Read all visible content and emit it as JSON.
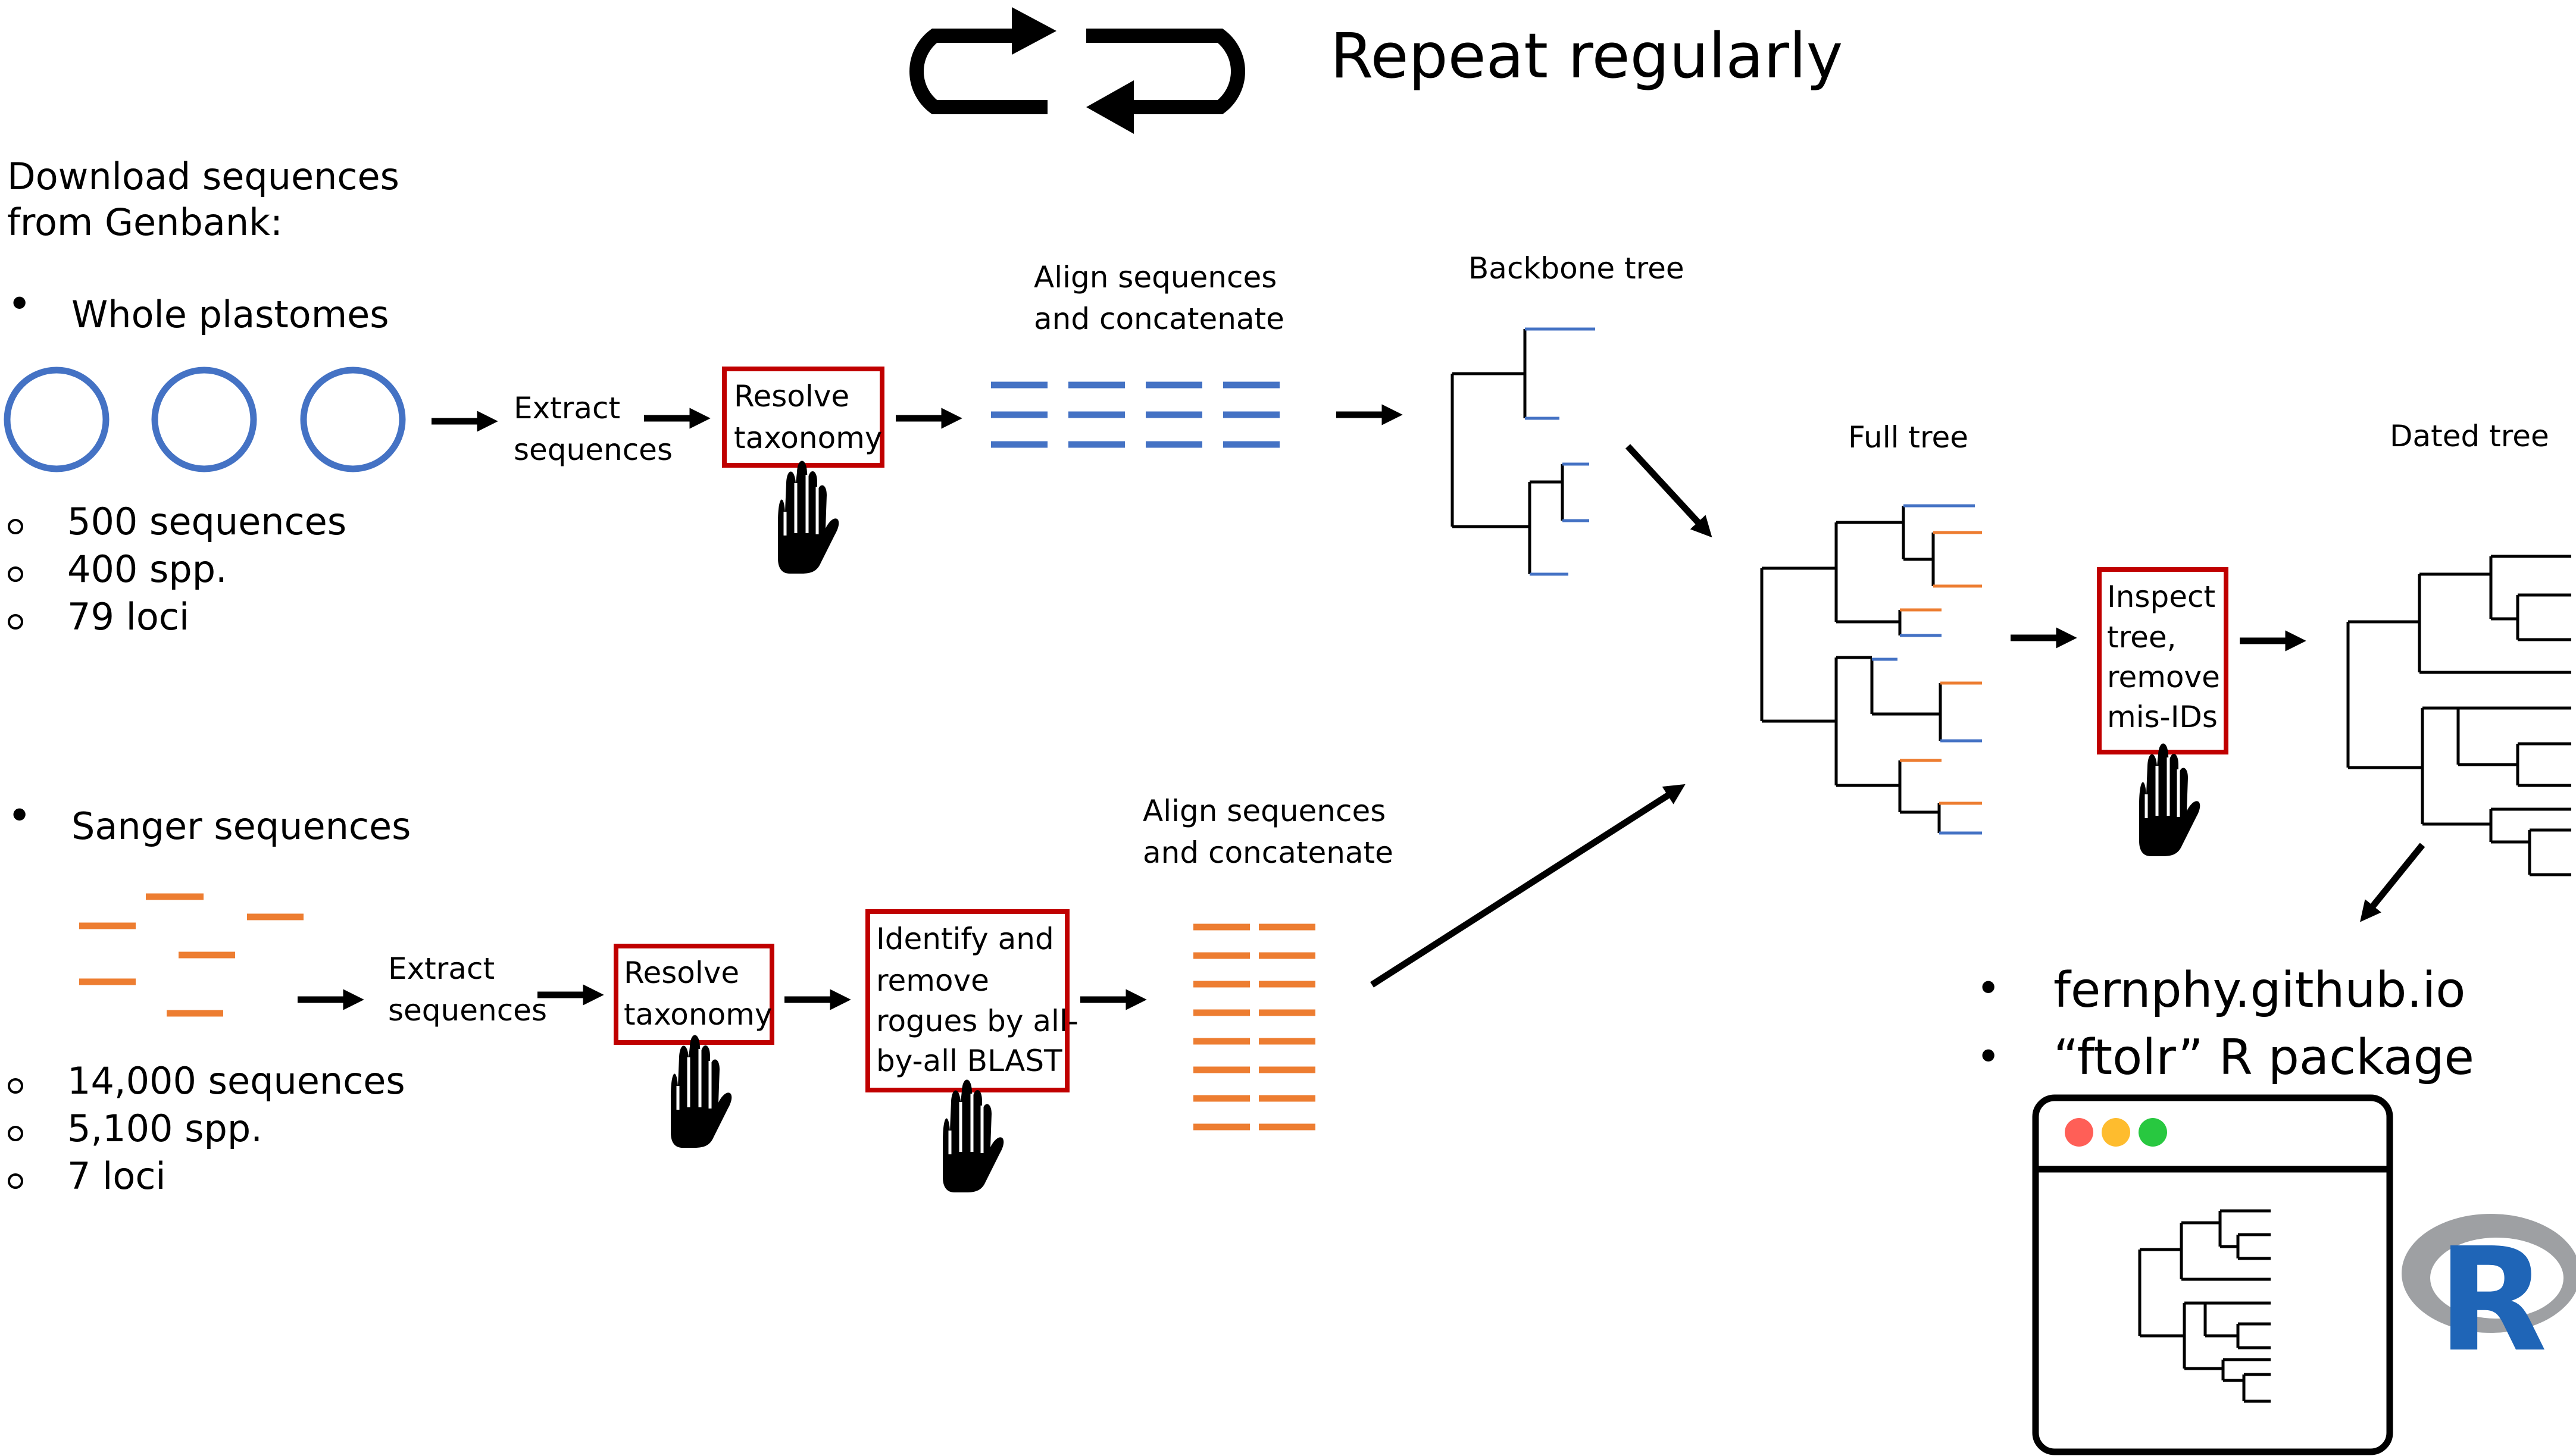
{
  "header": {
    "repeat_label": "Repeat regularly"
  },
  "download": {
    "line1": "Download sequences",
    "line2": "from Genbank:"
  },
  "plastome": {
    "bullet": "•",
    "title": "Whole plastomes",
    "stats": [
      "500 sequences",
      "400 spp.",
      "79 loci"
    ],
    "extract": [
      "Extract",
      "sequences"
    ],
    "resolve": [
      "Resolve",
      "taxonomy"
    ],
    "align": [
      "Align sequences",
      "and concatenate"
    ],
    "tree_label": "Backbone tree"
  },
  "sanger": {
    "bullet": "•",
    "title": "Sanger sequences",
    "stats": [
      "14,000 sequences",
      "5,100 spp.",
      "7 loci"
    ],
    "extract": [
      "Extract",
      "sequences"
    ],
    "resolve": [
      "Resolve",
      "taxonomy"
    ],
    "rogues": [
      "Identify and",
      "remove",
      "rogues by all-",
      "by-all BLAST"
    ],
    "align": [
      "Align sequences",
      "and concatenate"
    ]
  },
  "full_tree": {
    "label": "Full tree"
  },
  "inspect": [
    "Inspect",
    "tree,",
    "remove",
    "mis-IDs"
  ],
  "dated_tree": {
    "label": "Dated tree"
  },
  "outputs": {
    "bullet": "•",
    "items": [
      "fernphy.github.io",
      "“ftolr” R package"
    ],
    "r_logo": "R"
  },
  "colors": {
    "plastome_blue": "#4472c4",
    "sanger_orange": "#ed7d31",
    "box_red": "#c00000",
    "ink": "#000000",
    "r_blue": "#1f65b7",
    "r_gray": "#9ea0a3",
    "win_red": "#ff5f57",
    "win_yellow": "#febc2e",
    "win_green": "#28c840"
  },
  "icons": {
    "cycle": "cycle-arrows-icon",
    "hand": "manual-step-hand-icon",
    "window": "app-window-icon",
    "r": "r-logo-icon"
  }
}
